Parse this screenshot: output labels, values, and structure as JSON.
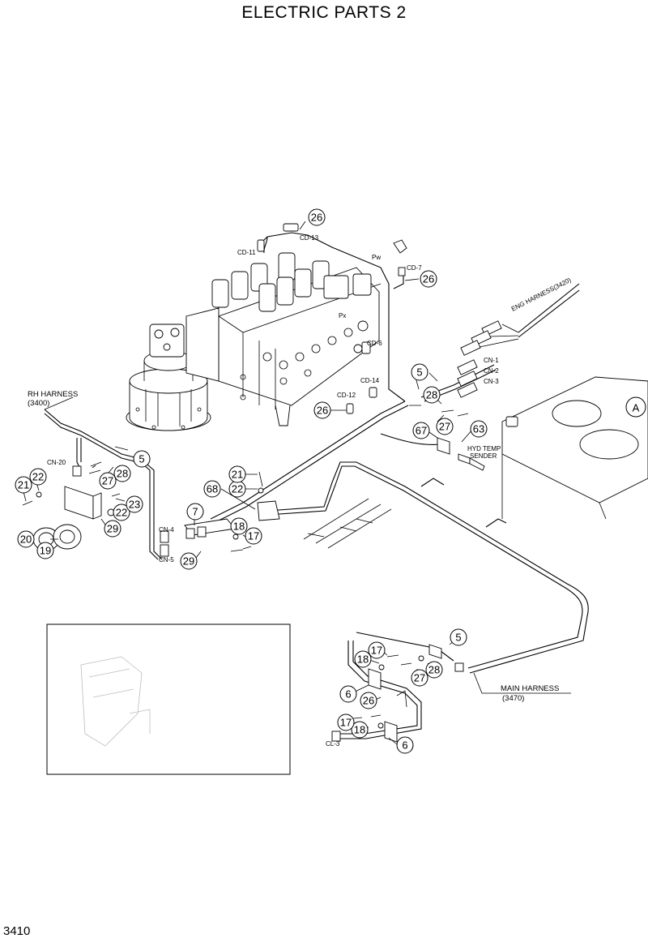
{
  "title": "ELECTRIC PARTS 2",
  "page_number": "3410",
  "harness_labels": {
    "rh_harness": "RH HARNESS",
    "rh_harness_ref": "(3400)",
    "eng_harness": "ENG HARNESS(3420)",
    "main_harness": "MAIN HARNESS",
    "main_harness_ref": "(3470)",
    "hyd_temp": "HYD TEMP",
    "sender": "SENDER"
  },
  "connector_labels": {
    "cd11": "CD-11",
    "cd13": "CD-13",
    "pw": "Pw",
    "cd7": "CD-7",
    "px": "Px",
    "cd6": "CD-6",
    "cd12": "CD-12",
    "cd14": "CD-14",
    "cn1": "CN-1",
    "cn2": "CN-2",
    "cn3": "CN-3",
    "cn20": "CN-20",
    "cn4": "CN-4",
    "cn5": "CN-5",
    "cl3": "CL-3"
  },
  "detail_marker": "A",
  "callouts": {
    "c26a": "26",
    "c26b": "26",
    "c26c": "26",
    "c26d": "26",
    "c5a": "5",
    "c5b": "5",
    "c5c": "5",
    "c28a": "28",
    "c28b": "28",
    "c28c": "28",
    "c27a": "27",
    "c27b": "27",
    "c27c": "27",
    "c67": "67",
    "c63": "63",
    "c22a": "22",
    "c22b": "22",
    "c22c": "22",
    "c21a": "21",
    "c21b": "21",
    "c23": "23",
    "c29a": "29",
    "c29b": "29",
    "c20": "20",
    "c19": "19",
    "c68": "68",
    "c7": "7",
    "c18a": "18",
    "c18b": "18",
    "c18c": "18",
    "c17a": "17",
    "c17b": "17",
    "c17c": "17",
    "c6a": "6",
    "c6b": "6"
  }
}
